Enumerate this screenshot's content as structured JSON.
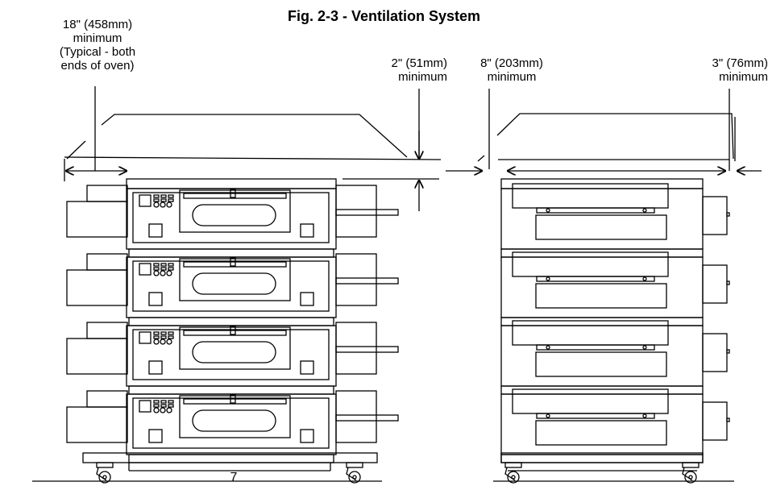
{
  "title": "Fig. 2-3 - Ventilation System",
  "labels": {
    "left_clearance": [
      "18\" (458mm)",
      "minimum",
      "(Typical - both",
      "ends of oven)"
    ],
    "top_clearance": [
      "2\" (51mm)",
      "minimum"
    ],
    "rear_clearance": [
      "8\" (203mm)",
      "minimum"
    ],
    "side_clearance": [
      "3\" (76mm)",
      "minimum"
    ]
  },
  "page_number": "7",
  "front_view": {
    "decks": 4
  },
  "side_view": {
    "decks": 4
  }
}
